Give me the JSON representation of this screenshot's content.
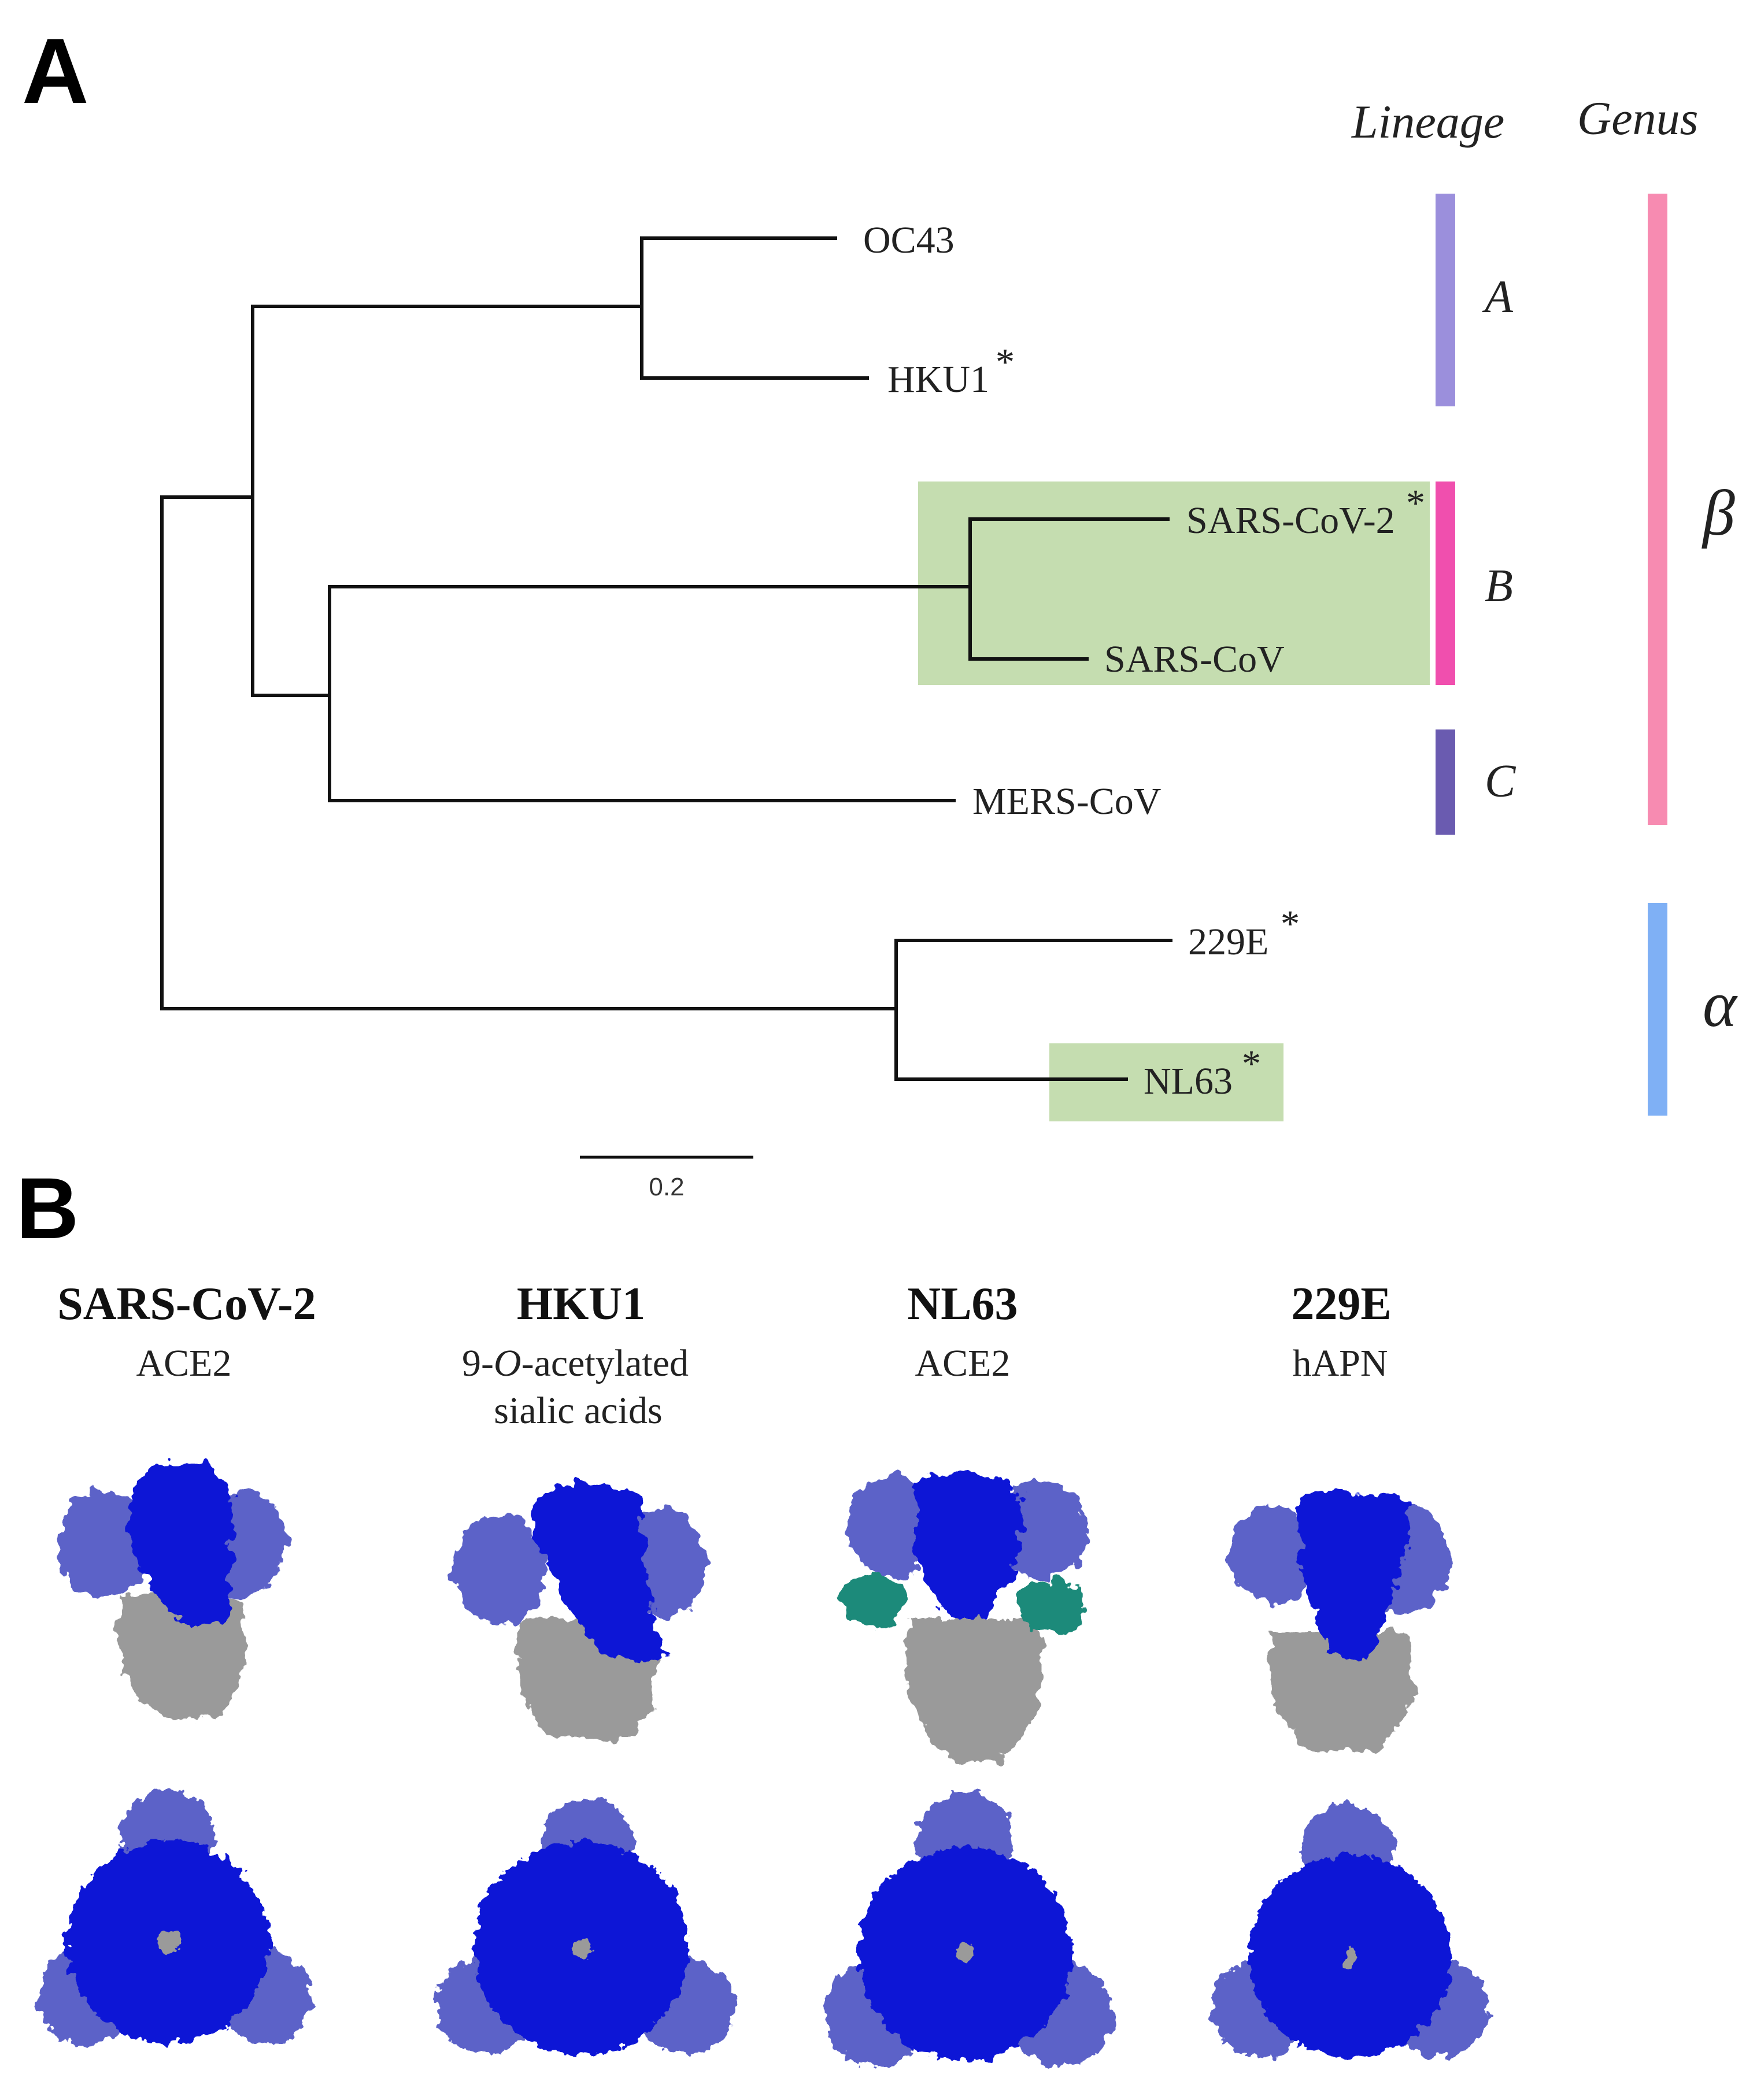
{
  "panel_a": {
    "letter": "A",
    "header_lineage": "Lineage",
    "header_genus": "Genus",
    "taxa": {
      "oc43": "OC43",
      "hku1": "HKU1",
      "sars2": "SARS-CoV-2",
      "sars": "SARS-CoV",
      "mers": "MERS-CoV",
      "e229": "229E",
      "nl63": "NL63"
    },
    "asterisk": "*",
    "lineages": {
      "a": "A",
      "b": "B",
      "c": "C"
    },
    "genera": {
      "beta": "β",
      "alpha": "α"
    },
    "scale_label": "0.2",
    "colors": {
      "highlight": "#c5ddb0",
      "lineage_a": "#9b8fdc",
      "lineage_b": "#f04fae",
      "lineage_c": "#6a5bb0",
      "genus_beta": "#f78bb1",
      "genus_alpha": "#7fb0f5"
    }
  },
  "panel_b": {
    "letter": "B",
    "structures": [
      {
        "title": "SARS-CoV-2",
        "receptor_line1": "ACE2",
        "receptor_line2": ""
      },
      {
        "title": "HKU1",
        "receptor_line1": "9-",
        "receptor_italic": "O",
        "receptor_rest": "-acetylated",
        "receptor_line2": "sialic acids"
      },
      {
        "title": "NL63",
        "receptor_line1": "ACE2",
        "receptor_line2": ""
      },
      {
        "title": "229E",
        "receptor_line1": "hAPN",
        "receptor_line2": ""
      }
    ],
    "colors": {
      "domain_dark": "#0a14d6",
      "domain_light": "#5b62c8",
      "stalk": "#9a9a9a",
      "teal": "#1f8a7a"
    }
  }
}
